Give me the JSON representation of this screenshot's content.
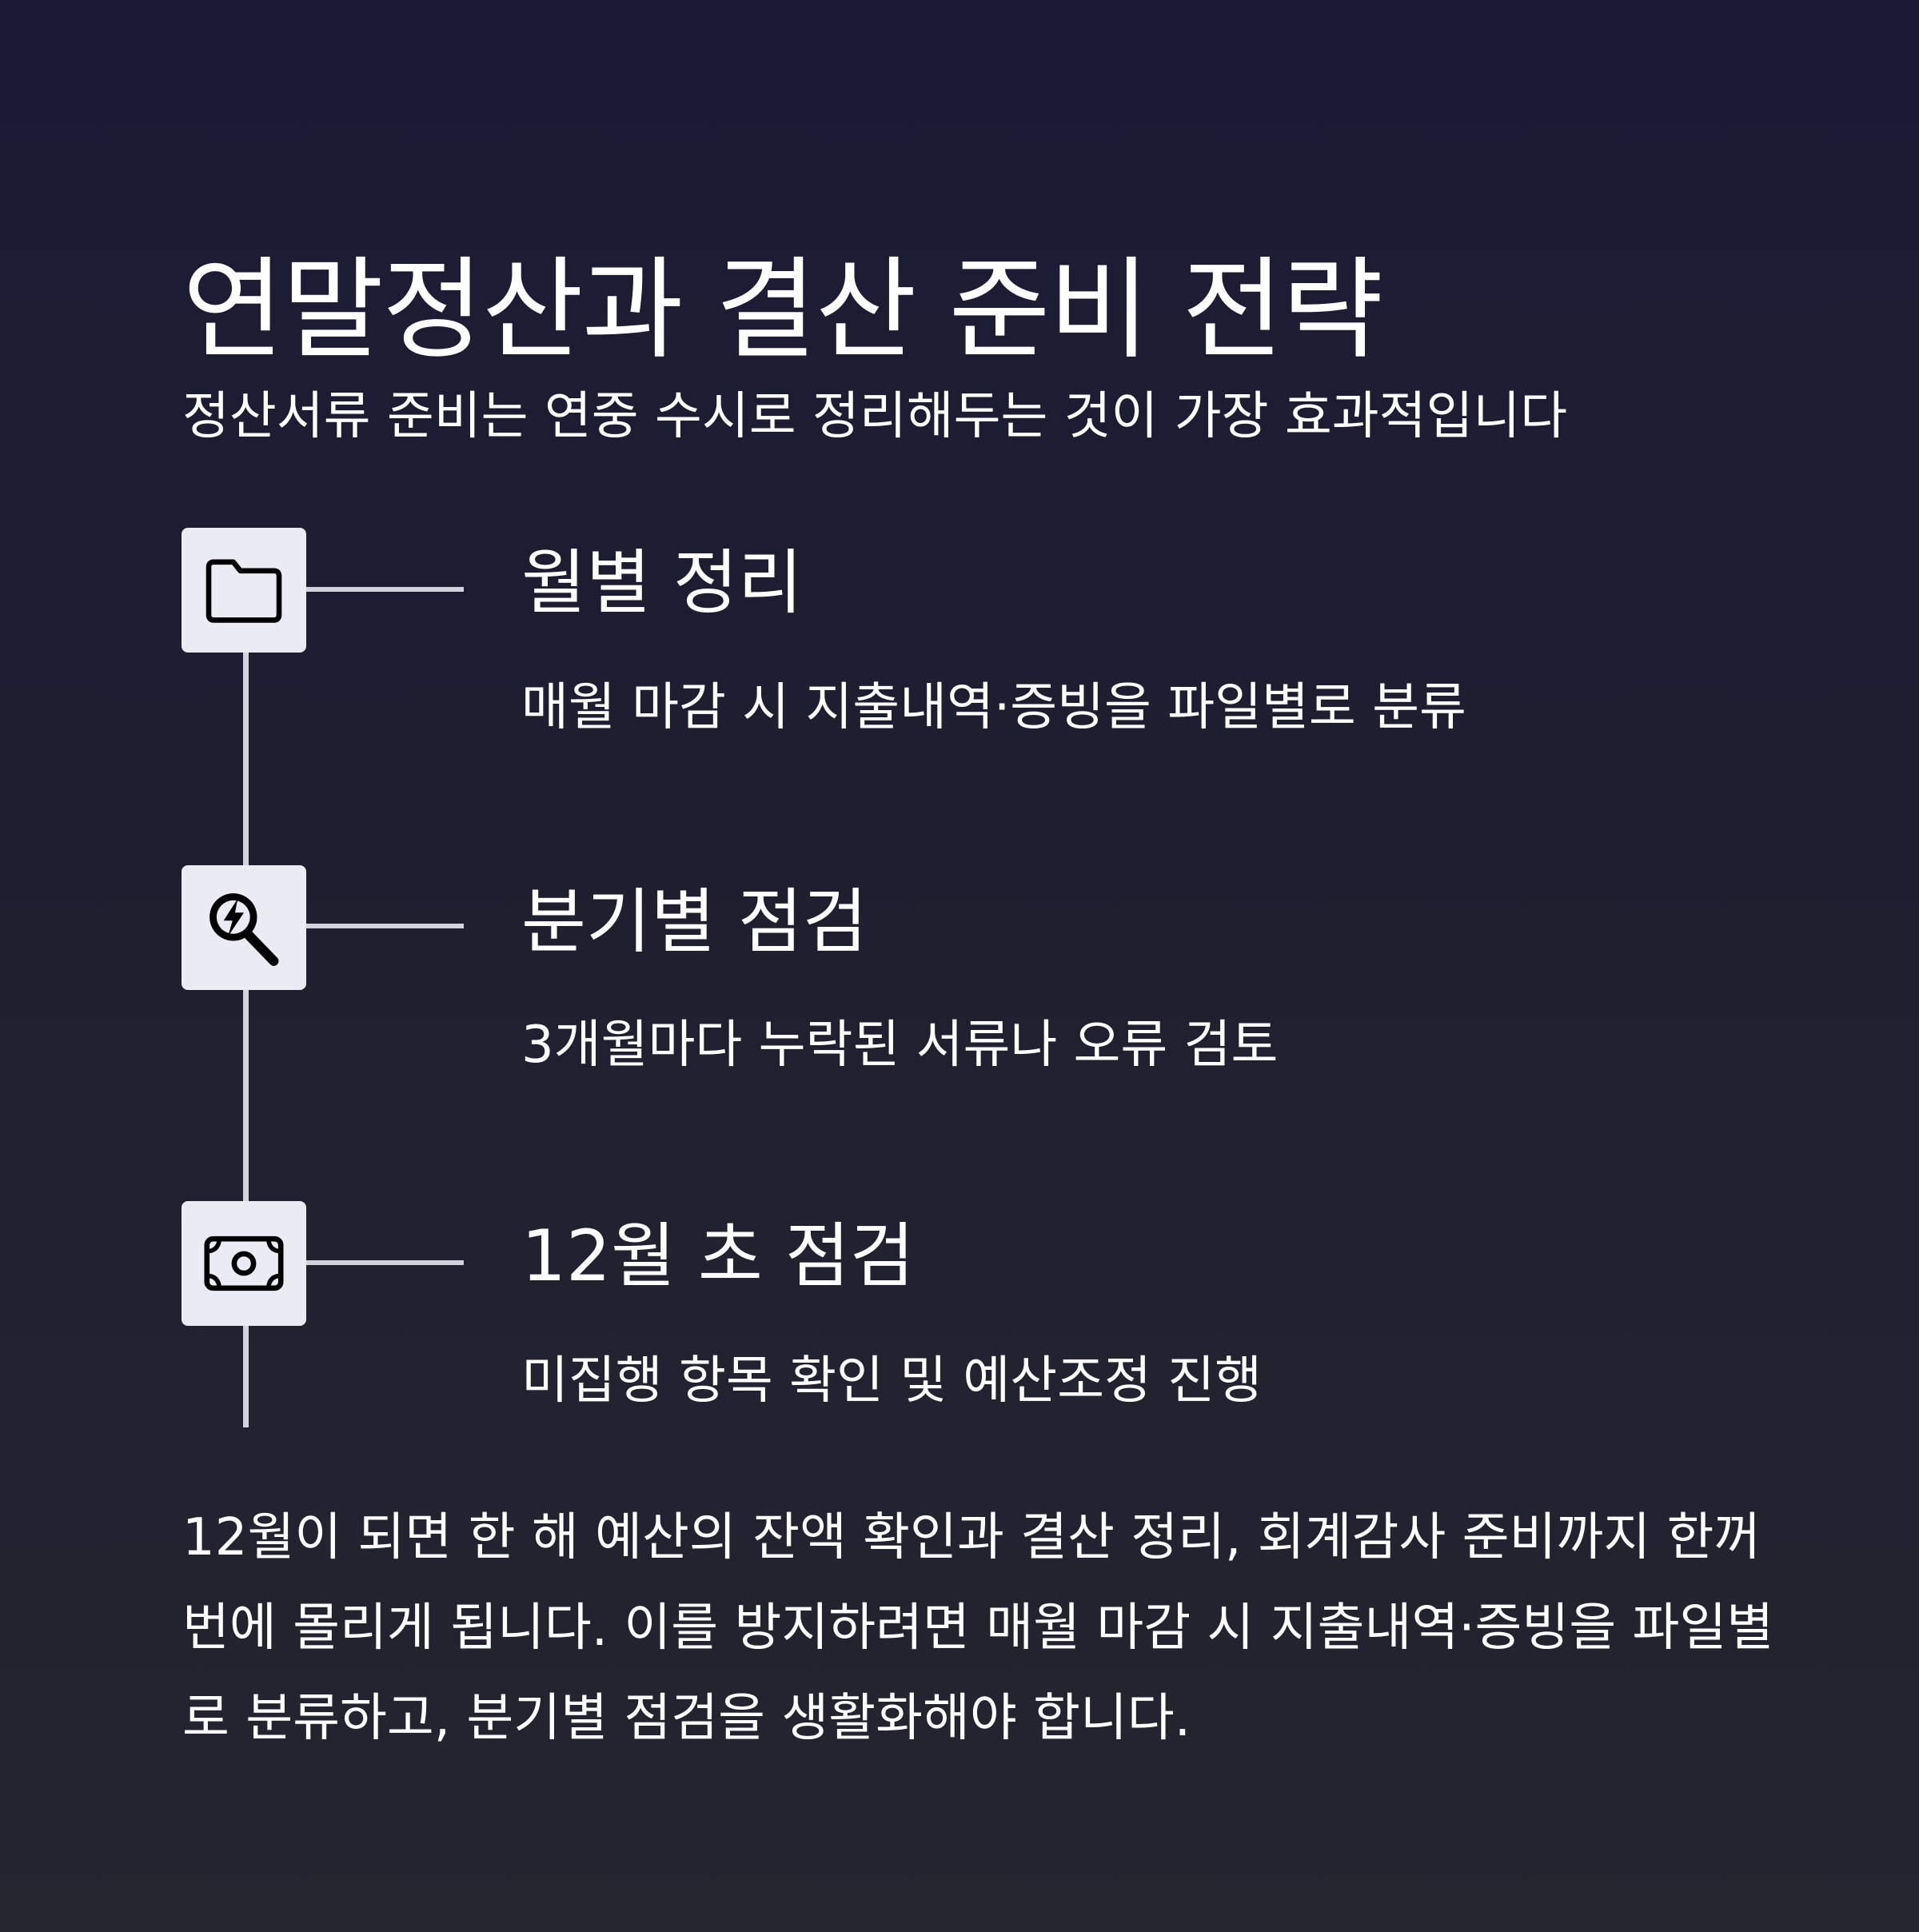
{
  "page": {
    "title": "연말정산과 결산 준비 전략",
    "subtitle": "정산서류 준비는 연중 수시로 정리해두는 것이 가장 효과적입니다",
    "steps": [
      {
        "title": "월별 정리",
        "description": "매월 마감 시 지출내역·증빙을 파일별로 분류",
        "icon": "folder-icon"
      },
      {
        "title": "분기별 점검",
        "description": "3개월마다 누락된 서류나 오류 검토",
        "icon": "search-bolt-icon"
      },
      {
        "title": "12월 초 점검",
        "description": "미집행 항목 확인 및 예산조정 진행",
        "icon": "money-icon"
      }
    ],
    "summary": "12월이 되면 한 해 예산의 잔액 확인과 결산 정리, 회계감사 준비까지 한꺼번에 몰리게 됩니다. 이를 방지하려면 매월 마감 시 지출내역·증빙을 파일별로 분류하고, 분기별 점검을 생활화해야 합니다."
  }
}
